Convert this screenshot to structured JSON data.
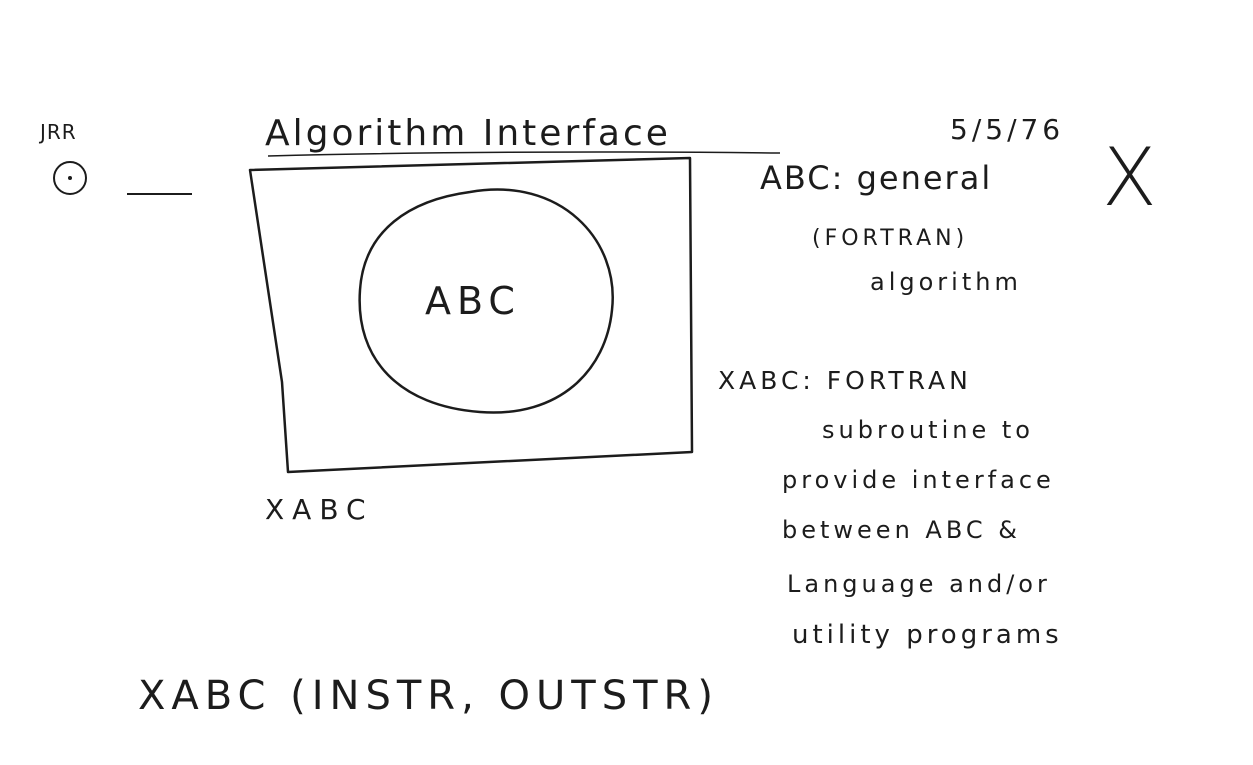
{
  "header": {
    "initials": "JRR",
    "title": "Algorithm Interface",
    "date": "5/5/76",
    "corner_mark": "X"
  },
  "diagram": {
    "inner_label": "ABC",
    "outer_label": "XABC"
  },
  "notes": {
    "abc_def": [
      "ABC: general",
      "(FORTRAN)",
      "algorithm"
    ],
    "xabc_def": [
      "XABC: FORTRAN",
      "subroutine to",
      "provide interface",
      "between ABC &",
      "Language and/or",
      "utility programs"
    ]
  },
  "call": "XABC (INSTR, OUTSTR)",
  "colors": {
    "ink": "#1c1c1c",
    "paper": "#ffffff"
  }
}
